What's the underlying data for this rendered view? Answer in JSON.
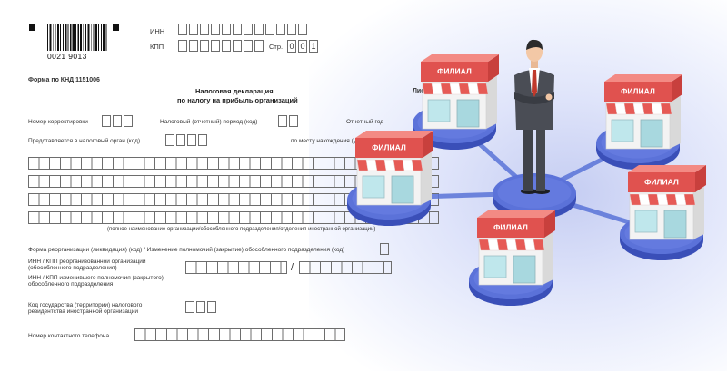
{
  "form": {
    "barcode_number": "0021 9013",
    "inn_label": "ИНН",
    "kpp_label": "КПП",
    "page_label": "Стр.",
    "page_number": [
      "0",
      "0",
      "1"
    ],
    "form_code": "Форма по КНД 1151006",
    "title_line1": "Налоговая декларация",
    "title_line2": "по налогу на прибыль организаций",
    "sheet_label": "Лист 01",
    "correction_label": "Номер корректировки",
    "period_label": "Налоговый (отчетный) период (код)",
    "year_label": "Отчетный год",
    "authority_label": "Представляется в налоговый орган (код)",
    "location_label": "по месту нахождения (учета) (код)",
    "org_name_caption": "(полное наименование организации/обособленного подразделения/отделения иностранной организации)",
    "reorg_label": "Форма реорганизации (ликвидация) (код) / Изменение полномочий (закрытие) обособленного подразделения (код)",
    "inn_kpp_reorg_label": "ИНН / КПП реорганизованной организации (обособленного подразделения)",
    "inn_kpp_change_label": "ИНН / КПП изменившего полномочия (закрытого) обособленного подразделения",
    "slash": "/",
    "country_code_label": "Код государства (территории) налогового резидентства иностранной организации",
    "phone_label": "Номер контактного телефона"
  },
  "illustration": {
    "branch_sign": "ФИЛИАЛ",
    "colors": {
      "disc_top": "#5b72d9",
      "disc_side": "#3a4fb8",
      "connector": "#5a74d8",
      "roof_red": "#e0524f",
      "awning_red": "#e65a55",
      "wall": "#f3f3f3",
      "glass": "#bfe7ec",
      "suit": "#4a4d55",
      "tie": "#c0392b"
    }
  }
}
